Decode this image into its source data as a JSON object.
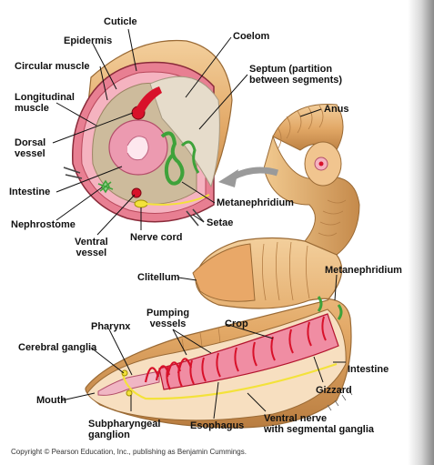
{
  "labels": {
    "cuticle": "Cuticle",
    "epidermis": "Epidermis",
    "circular_muscle": "Circular muscle",
    "longitudinal_muscle": "Longitudinal\nmuscle",
    "dorsal_vessel": "Dorsal\nvessel",
    "intestine_top": "Intestine",
    "nephrostome": "Nephrostome",
    "ventral_vessel": "Ventral\nvessel",
    "nerve_cord": "Nerve cord",
    "coelom": "Coelom",
    "septum": "Septum (partition\nbetween segments)",
    "anus": "Anus",
    "metanephridium_top": "Metanephridium",
    "setae": "Setae",
    "clitellum": "Clitellum",
    "metanephridium_bottom": "Metanephridium",
    "pumping_vessels": "Pumping\nvessels",
    "pharynx": "Pharynx",
    "crop": "Crop",
    "cerebral_ganglia": "Cerebral ganglia",
    "intestine_bottom": "Intestine",
    "gizzard": "Gizzard",
    "mouth": "Mouth",
    "subpharyngeal_ganglion": "Subpharyngeal\nganglion",
    "esophagus": "Esophagus",
    "ventral_nerve": "Ventral nerve\nwith segmental ganglia"
  },
  "copyright": "Copyright © Pearson Education, Inc., publishing as Benjamin Cummings.",
  "colors": {
    "body_tan": "#e8b47a",
    "body_dark": "#c98b4c",
    "muscle_pink": "#f3a6b4",
    "vessel_red": "#d8112a",
    "nerve_yellow": "#f3e23a",
    "nephridium_green": "#3ea23a",
    "coelom_brown": "#c9b79a"
  }
}
